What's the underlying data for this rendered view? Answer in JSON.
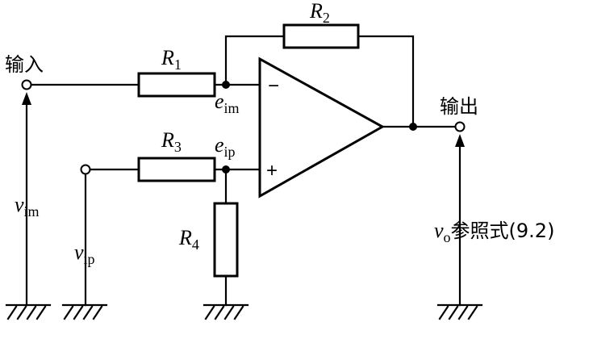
{
  "labels": {
    "input": "输入",
    "output": "输出",
    "R1": {
      "main": "R",
      "sub": "1"
    },
    "R2": {
      "main": "R",
      "sub": "2"
    },
    "R3": {
      "main": "R",
      "sub": "3"
    },
    "R4": {
      "main": "R",
      "sub": "4"
    },
    "e_im": {
      "main": "e",
      "sub": "im"
    },
    "e_ip": {
      "main": "e",
      "sub": "ip"
    },
    "v_im": {
      "main": "v",
      "sub": "im"
    },
    "v_ip": {
      "main": "v",
      "sub": "ip"
    },
    "v_o": {
      "main": "v",
      "sub": "o",
      "suffix": "参照式(9.2)"
    },
    "minus_sign": "−",
    "plus_sign": "+"
  }
}
